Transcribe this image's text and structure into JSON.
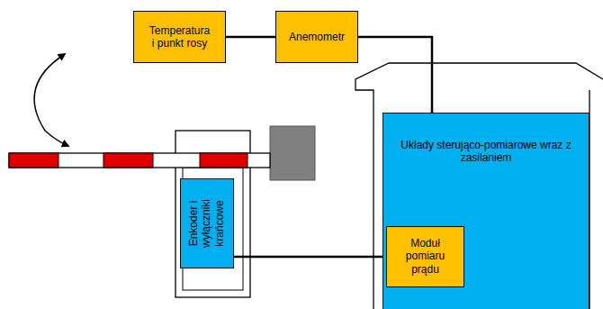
{
  "diagram": {
    "nodes": [
      {
        "text": [
          "Temperatura i punkt rosy"
        ]
      },
      {
        "text": [
          "Anemometr"
        ]
      },
      {
        "text": [
          "Układy sterująco-pomiarowe wraz z zasilaniem"
        ]
      },
      {
        "text": [
          "Moduł pomiaru prądu"
        ],
        "in": 2
      },
      {
        "text": [
          "Enkoder i wyłączniki krańcowe"
        ]
      }
    ],
    "edges": [
      {
        "from": 0,
        "to": 1,
        "arrow": "none"
      },
      {
        "from": 1,
        "to": 2,
        "arrow": "none"
      },
      {
        "from": 4,
        "to": 3,
        "arrow": "none"
      }
    ]
  }
}
